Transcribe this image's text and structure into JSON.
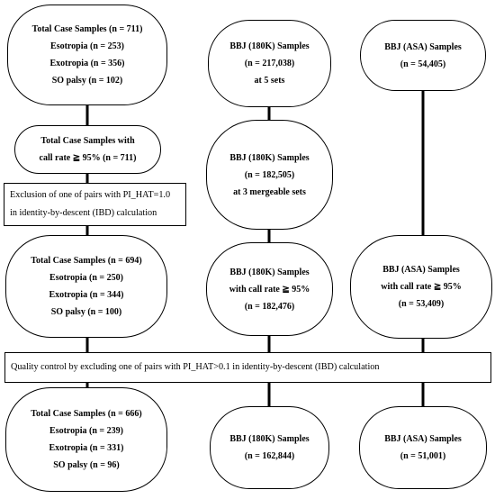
{
  "case_column": {
    "total_initial": {
      "lines": [
        "Total Case Samples (n = 711)",
        "Esotropia (n = 253)",
        "Exotropia (n = 356)",
        "SO palsy (n = 102)"
      ]
    },
    "call_rate": {
      "lines": [
        "Total Case Samples with",
        "call rate ≧ 95% (n = 711)"
      ]
    },
    "after_ibd": {
      "lines": [
        "Total Case Samples (n = 694)",
        "Esotropia (n = 250)",
        "Exotropia (n = 344)",
        "SO palsy (n = 100)"
      ]
    },
    "final": {
      "lines": [
        "Total Case Samples (n = 666)",
        "Esotropia (n = 239)",
        "Exotropia (n = 331)",
        "SO palsy (n = 96)"
      ]
    }
  },
  "bbj180k_column": {
    "initial": {
      "lines": [
        "BBJ (180K) Samples",
        "(n = 217,038)",
        "at 5 sets"
      ]
    },
    "mergeable": {
      "lines": [
        "BBJ (180K) Samples",
        "(n = 182,505)",
        "at 3 mergeable sets"
      ]
    },
    "call_rate": {
      "lines": [
        "BBJ (180K) Samples",
        "with call rate ≧ 95%",
        "(n = 182,476)"
      ]
    },
    "final": {
      "lines": [
        "BBJ (180K) Samples",
        "(n = 162,844)"
      ]
    }
  },
  "bbjasa_column": {
    "initial": {
      "lines": [
        "BBJ (ASA) Samples",
        "(n = 54,405)"
      ]
    },
    "call_rate": {
      "lines": [
        "BBJ (ASA) Samples",
        "with call rate ≧ 95%",
        "(n = 53,409)"
      ]
    },
    "final": {
      "lines": [
        "BBJ (ASA) Samples",
        "(n = 51,001)"
      ]
    }
  },
  "qc_steps": {
    "ibd_exclusion": {
      "lines": [
        "Exclusion of one of pairs with PI_HAT=1.0",
        "in identity-by-descent (IBD) calculation"
      ]
    },
    "quality_control": {
      "lines": [
        "Quality control by excluding one of pairs with PI_HAT>0.1 in identity-by-descent (IBD) calculation"
      ]
    }
  }
}
